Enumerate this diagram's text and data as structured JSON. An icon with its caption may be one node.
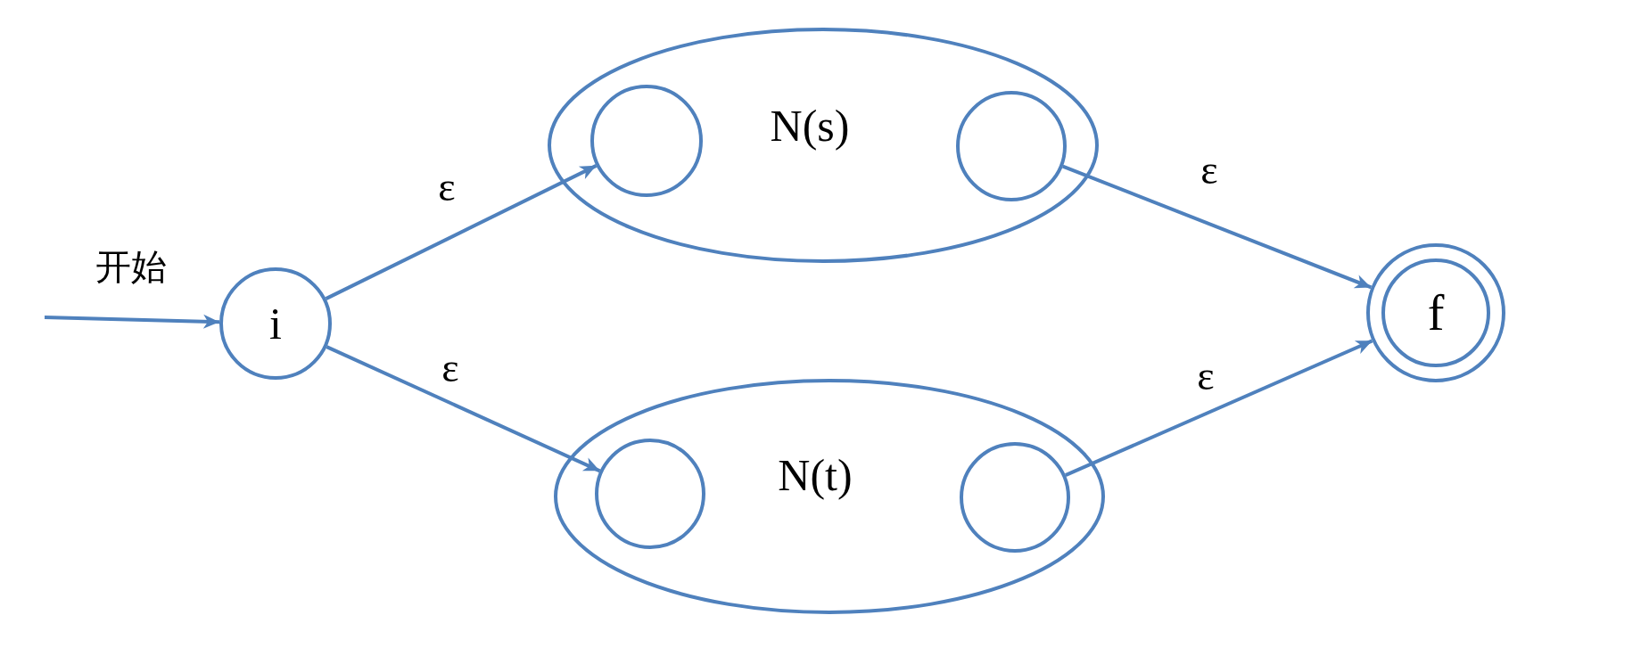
{
  "diagram": {
    "nodes": [
      {
        "text": [
          "i"
        ]
      },
      {
        "text": [
          "N(s)"
        ]
      },
      {
        "text": [],
        "shape": "circle",
        "in": 1
      },
      {
        "text": [],
        "shape": "circle",
        "in": 1
      },
      {
        "text": [
          "N(t)"
        ]
      },
      {
        "text": [],
        "shape": "circle",
        "in": 4
      },
      {
        "text": [],
        "shape": "circle",
        "in": 4
      },
      {
        "text": [
          "f"
        ]
      }
    ],
    "edges": [
      {
        "from": null,
        "to": 0,
        "arrow": "to",
        "label": "开始"
      },
      {
        "from": 0,
        "to": 2,
        "arrow": "to",
        "label": "ε"
      },
      {
        "from": 0,
        "to": 5,
        "arrow": "to",
        "label": "ε"
      },
      {
        "from": 3,
        "to": 7,
        "arrow": "to",
        "label": "ε"
      },
      {
        "from": 6,
        "to": 7,
        "arrow": "to",
        "label": "ε"
      }
    ]
  }
}
